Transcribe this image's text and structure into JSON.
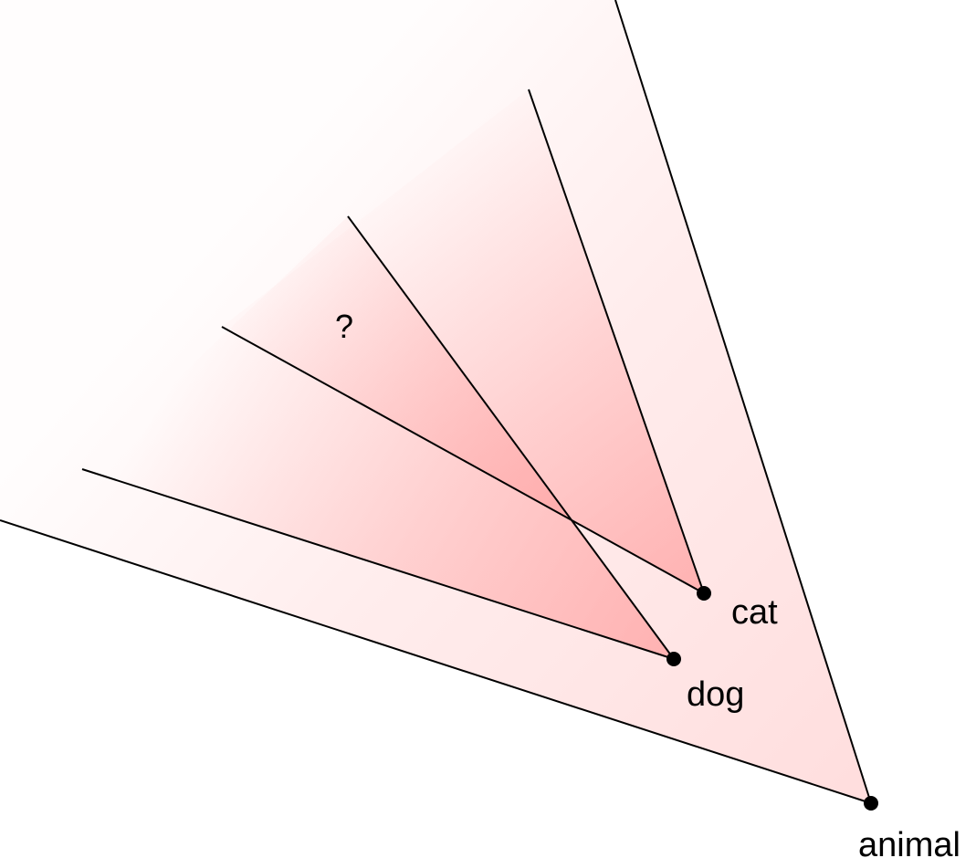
{
  "nodes": {
    "animal": {
      "label": "animal"
    },
    "dog": {
      "label": "dog"
    },
    "cat": {
      "label": "cat"
    }
  },
  "intersection_label": "?",
  "colors": {
    "cone_fill": "#ff8f8f",
    "edge": "#000000",
    "background": "#ffffff"
  }
}
